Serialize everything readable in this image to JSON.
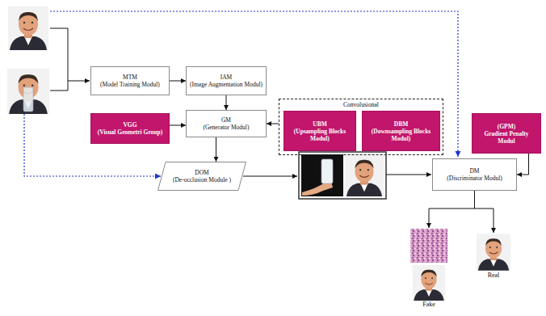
{
  "diagram": {
    "nodes": [
      {
        "text": [
          "MTM",
          "(Model Training Modul)"
        ]
      },
      {
        "text": [
          "IAM",
          "(Image Augmentation Modul)"
        ]
      },
      {
        "text": [
          "VGG",
          "(Visual Geometri Group)"
        ]
      },
      {
        "text": [
          "GM",
          "(Generator Modul)"
        ]
      },
      {
        "text": [
          "Convolusional"
        ]
      },
      {
        "text": [
          "UBM",
          "(Upsampling Blocks Modul)"
        ],
        "in": 4
      },
      {
        "text": [
          "DBM",
          "(Downsampling Blocks Modul)"
        ],
        "in": 4
      },
      {
        "text": [
          "(GPM)",
          "Gradient Penalty Modul"
        ]
      },
      {
        "text": [
          "DOM",
          "(De-occlusion Module )"
        ]
      },
      {
        "text": [
          "DM",
          "(Discriminator Modul)"
        ]
      },
      {
        "text": [
          "Fake"
        ]
      },
      {
        "text": [
          "Real"
        ]
      }
    ],
    "edges": [
      {
        "from": 0,
        "to": 1,
        "arrow": "to"
      },
      {
        "from": 1,
        "to": 3,
        "arrow": "to"
      },
      {
        "from": 2,
        "to": 3,
        "arrow": "to"
      },
      {
        "from": 4,
        "to": 3,
        "arrow": "to"
      },
      {
        "from": 3,
        "to": 8,
        "arrow": "to"
      },
      {
        "from": 7,
        "to": 9,
        "arrow": "to"
      },
      {
        "from": 9,
        "to": 10,
        "arrow": "to"
      },
      {
        "from": 9,
        "to": 11,
        "arrow": "to"
      }
    ]
  }
}
